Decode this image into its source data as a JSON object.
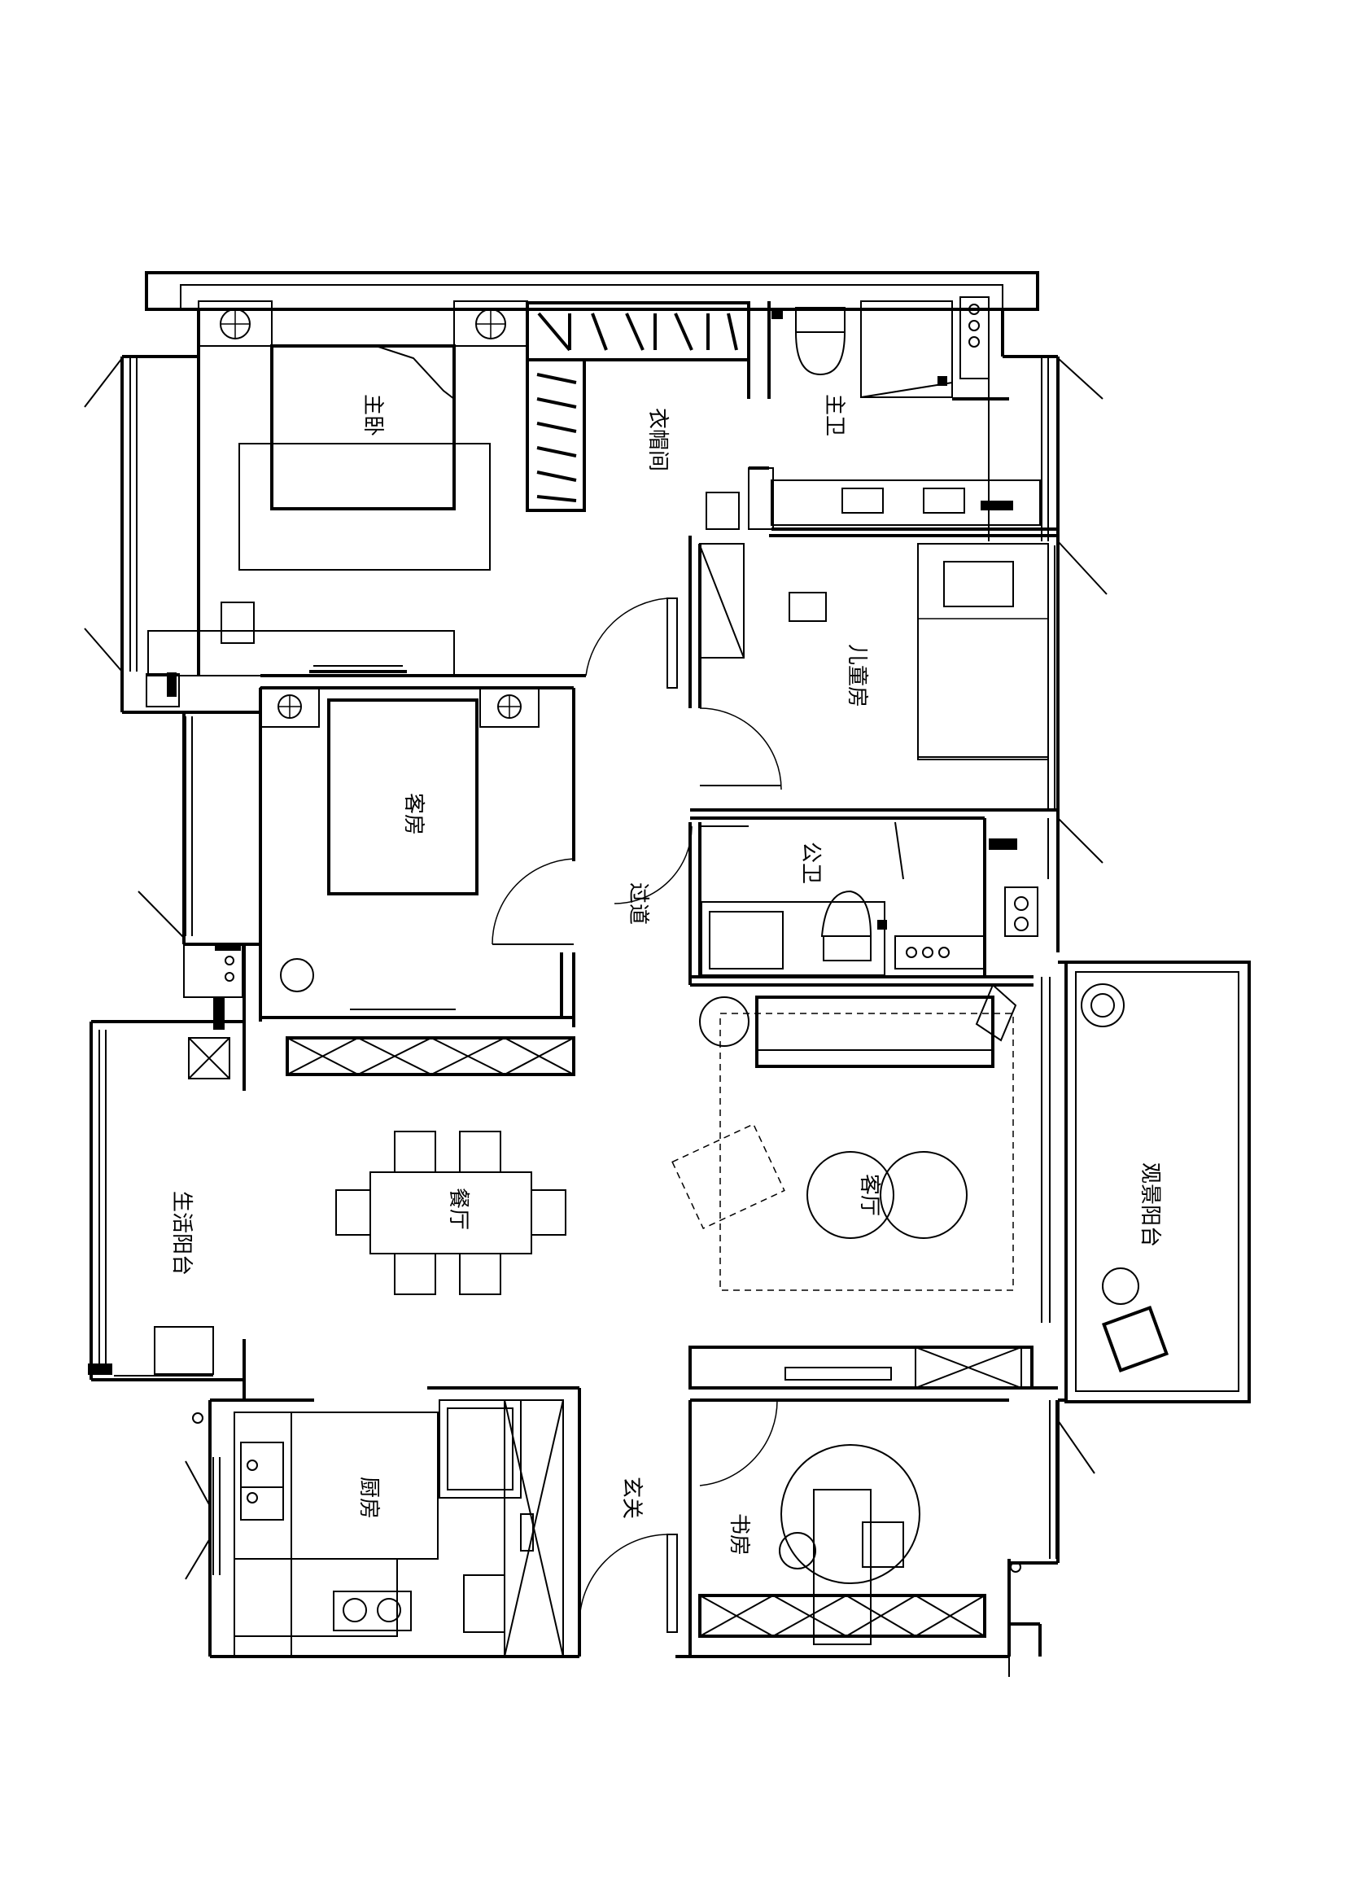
{
  "rooms": {
    "master_bedroom": "主卧",
    "cloakroom": "衣帽间",
    "master_bath": "主卫",
    "kids_room": "儿童房",
    "guest_room": "客房",
    "public_bath": "公卫",
    "corridor": "过道",
    "living_room": "客厅",
    "dining_room": "餐厅",
    "utility_balcony": "生活阳台",
    "view_balcony": "观景阳台",
    "kitchen": "厨房",
    "entrance": "玄关",
    "study": "书房"
  }
}
